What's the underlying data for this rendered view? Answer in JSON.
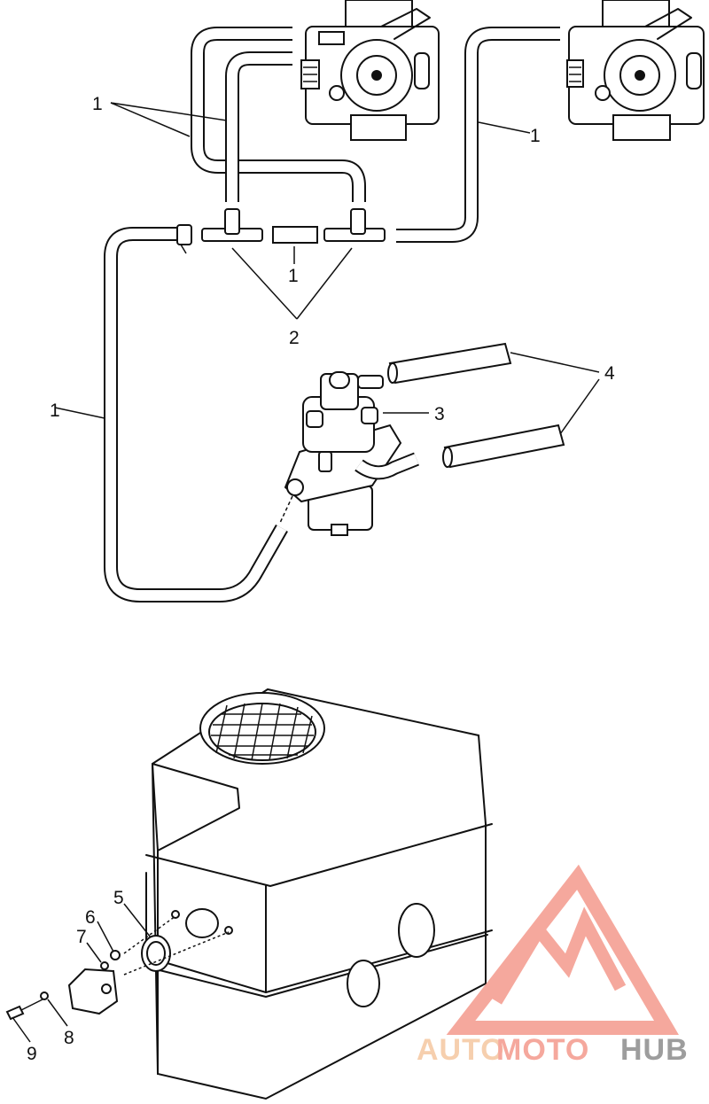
{
  "callouts": {
    "c1a": "1",
    "c1b": "1",
    "c1c": "1",
    "c1d": "1",
    "c2": "2",
    "c3": "3",
    "c4": "4",
    "c5": "5",
    "c6": "6",
    "c7": "7",
    "c8": "8",
    "c9": "9"
  },
  "watermark": {
    "part1": "AUTO",
    "part2": "MOTO",
    "part3": "HUB",
    "color_primary": "#f49a8c",
    "color_secondary": "#f5c7a0",
    "color_tertiary": "#8c8c8c"
  }
}
